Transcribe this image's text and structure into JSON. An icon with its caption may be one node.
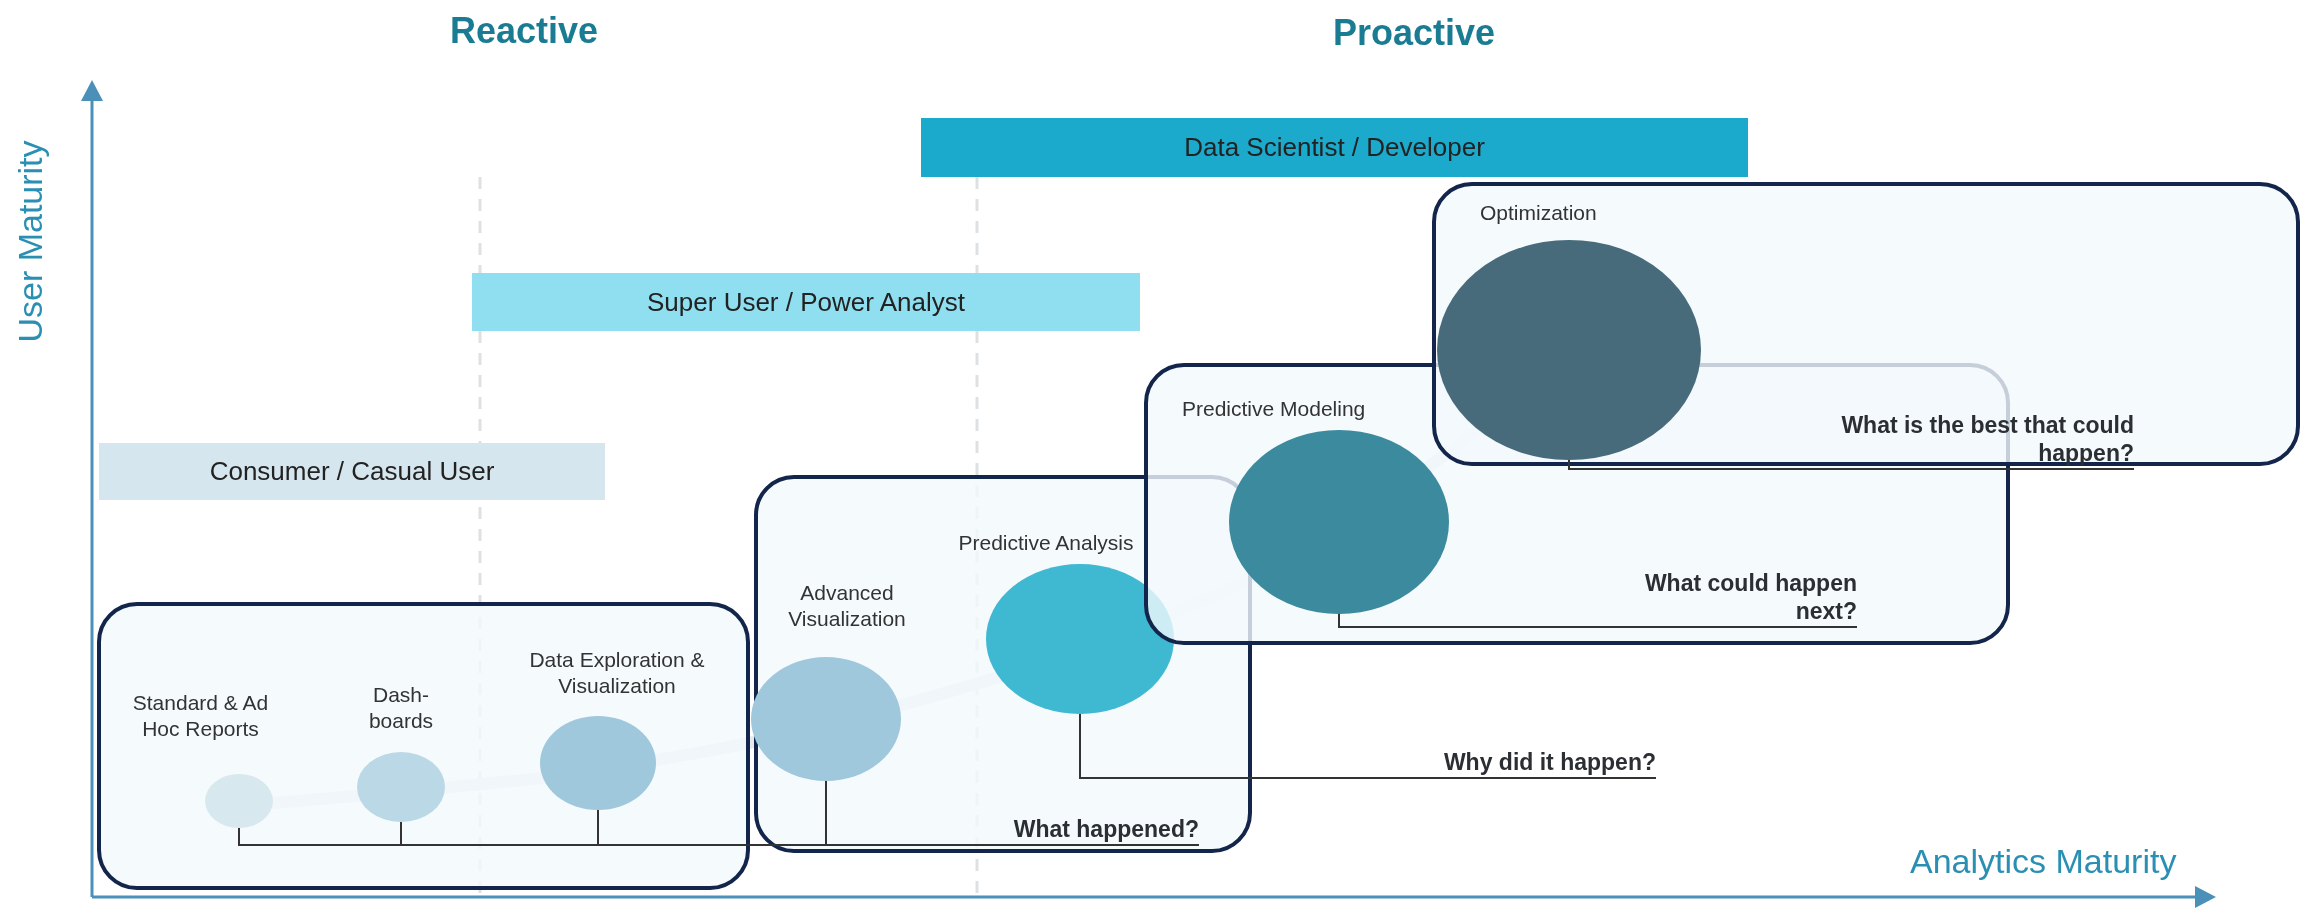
{
  "diagram": {
    "nodes": [
      {
        "text": [
          "Data Scientist / Developer"
        ]
      },
      {
        "text": [
          "Super User / Power Analyst"
        ]
      },
      {
        "text": [
          "Consumer / Casual User"
        ]
      },
      {
        "text": [],
        "shape": "box"
      },
      {
        "text": [
          "Optimization"
        ],
        "in": 3
      },
      {
        "text": [],
        "shape": "box"
      },
      {
        "text": [
          "Predictive Modeling"
        ],
        "in": 5
      },
      {
        "text": [
          "What is the best that could happen?"
        ],
        "in": 3
      },
      {
        "text": [],
        "shape": "box"
      },
      {
        "text": [
          "Predictive Analysis"
        ],
        "in": 8
      },
      {
        "text": [
          "What could happen next?"
        ],
        "in": 5
      },
      {
        "text": [],
        "shape": "box"
      },
      {
        "text": [
          "Standard & Ad Hoc Reports"
        ],
        "in": 11
      },
      {
        "text": [
          "Dash- boards"
        ],
        "in": 11
      },
      {
        "text": [
          "Data Exploration & Visualization"
        ],
        "in": 11
      },
      {
        "text": [
          "Advanced Visualization"
        ],
        "in": 8
      },
      {
        "text": [
          "Why did it happen?"
        ]
      },
      {
        "text": [
          "What happened?"
        ],
        "in": 8
      }
    ],
    "edges": [
      {
        "from": 12,
        "to": 17,
        "arrow": "none"
      },
      {
        "from": 13,
        "to": 17,
        "arrow": "none"
      },
      {
        "from": 14,
        "to": 17,
        "arrow": "none"
      },
      {
        "from": 15,
        "to": 17,
        "arrow": "none"
      },
      {
        "from": 9,
        "to": 16,
        "arrow": "none"
      },
      {
        "from": 6,
        "to": 10,
        "arrow": "none"
      },
      {
        "from": 4,
        "to": 7,
        "arrow": "none"
      }
    ],
    "labels": [
      "Reactive",
      "Proactive",
      "User Maturity",
      "Analytics Maturity"
    ]
  }
}
